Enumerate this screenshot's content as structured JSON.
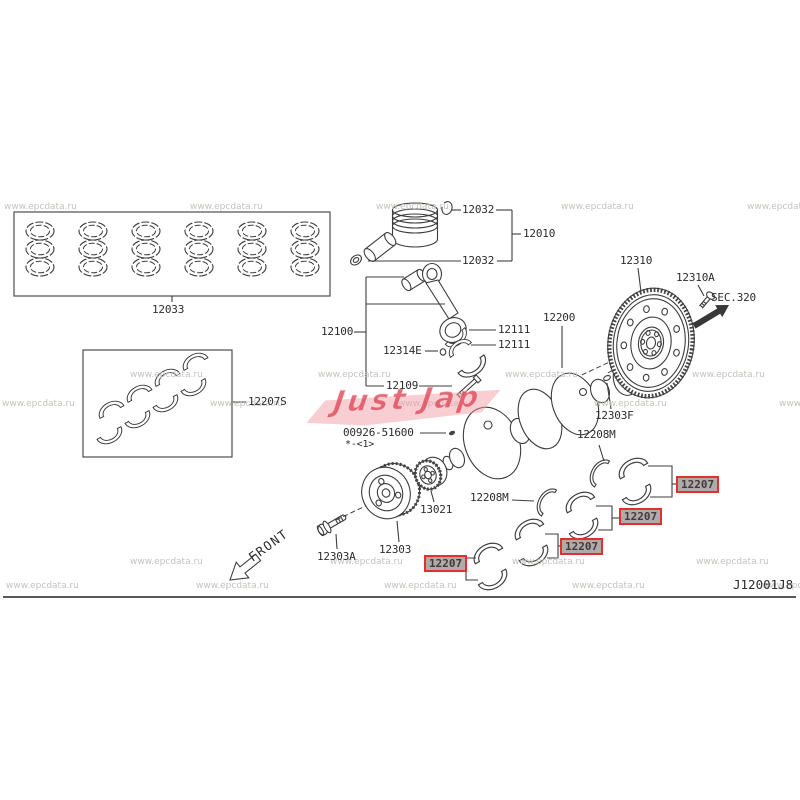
{
  "diagram": {
    "code": "J12001J8",
    "front_label": "FRONT",
    "section_ref": "SEC.320",
    "watermark": "www.epcdata.ru",
    "logo_text": "Just Jap"
  },
  "parts": {
    "piston_ring_set": {
      "number": "12033"
    },
    "main_bearing_set": {
      "number": "12207S"
    },
    "piston_pin_snap_ring": {
      "number": "12032"
    },
    "piston_assembly": {
      "number": "12010"
    },
    "connecting_rod": {
      "number": "12100"
    },
    "connecting_rod_bearing": {
      "number": "12111"
    },
    "connecting_rod_nut": {
      "number": "12314E"
    },
    "connecting_rod_cap": {
      "number": "12109"
    },
    "crankshaft": {
      "number": "12200"
    },
    "flywheel": {
      "number": "12310"
    },
    "flywheel_bolt": {
      "number": "12310A"
    },
    "dowel_pin": {
      "number": "12303F"
    },
    "thrust_washer": {
      "number": "12208M"
    },
    "main_bearing": {
      "number": "12207",
      "highlighted": true
    },
    "crank_key": {
      "number": "00926-51600",
      "qty_note": "*-<1>"
    },
    "crank_sprocket": {
      "number": "13021"
    },
    "crank_pulley": {
      "number": "12303"
    },
    "pulley_bolt": {
      "number": "12303A"
    }
  },
  "colors": {
    "highlight_border": "#e3302f",
    "highlight_bg": "#b2aaaa",
    "line": "#3d3d3d",
    "watermark": "#c5c2be",
    "logo_pink": "#ef9aa4"
  }
}
